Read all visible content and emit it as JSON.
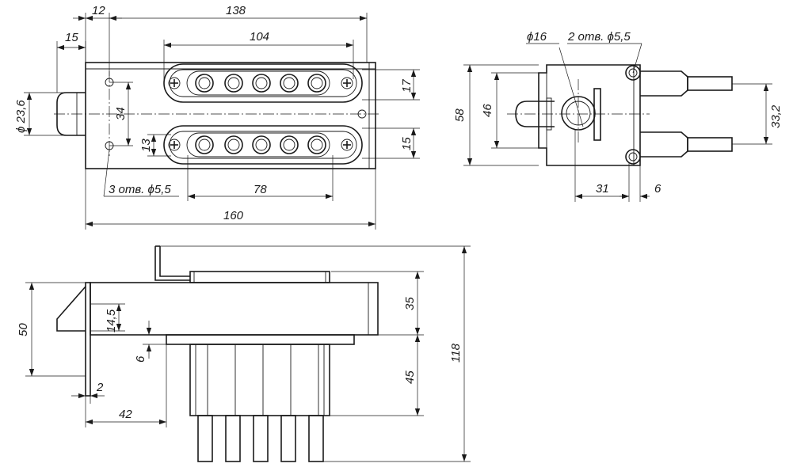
{
  "drawing": {
    "top_view": {
      "dims": {
        "w12": "12",
        "w138": "138",
        "w104": "104",
        "w15": "15",
        "d23": "ϕ 23,6",
        "v34": "34",
        "v17": "17",
        "v13": "13",
        "v15b": "15",
        "w78": "78",
        "w160": "160",
        "holes": "3 отв. ϕ5,5"
      }
    },
    "side_view": {
      "dims": {
        "d16": "ϕ16",
        "holes": "2 отв. ϕ5,5",
        "h58": "58",
        "h46": "46",
        "h332": "33,2",
        "w31": "31",
        "w6": "6"
      }
    },
    "front_view": {
      "dims": {
        "h50": "50",
        "h145": "14,5",
        "h6": "6",
        "w2": "2",
        "w42": "42",
        "h35": "35",
        "h45": "45",
        "h118": "118"
      }
    }
  }
}
